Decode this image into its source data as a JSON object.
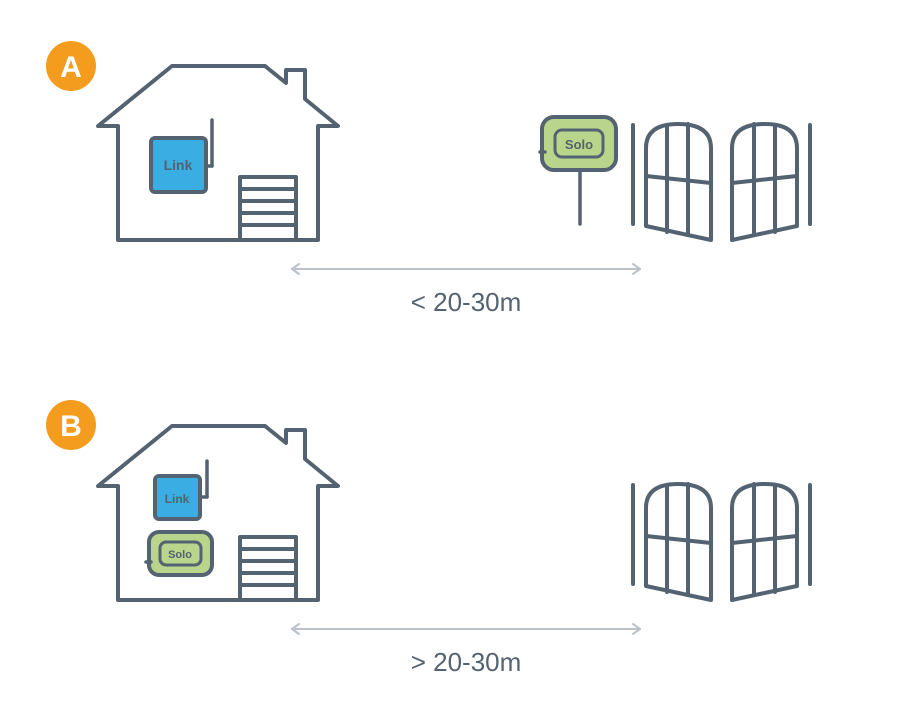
{
  "colors": {
    "badge": "#f39c1e",
    "line": "#546371",
    "link_device": "#3aaee3",
    "solo_device": "#b9d58c",
    "arrow": "#b9c1c9"
  },
  "scenario_a": {
    "badge": "A",
    "link_label": "Link",
    "solo_label": "Solo",
    "distance": "< 20-30m"
  },
  "scenario_b": {
    "badge": "B",
    "link_label": "Link",
    "solo_label": "Solo",
    "distance": "> 20-30m"
  },
  "icons": [
    "house-icon",
    "garage-door-icon",
    "gate-icon",
    "link-device-icon",
    "solo-device-icon",
    "double-arrow-icon"
  ]
}
